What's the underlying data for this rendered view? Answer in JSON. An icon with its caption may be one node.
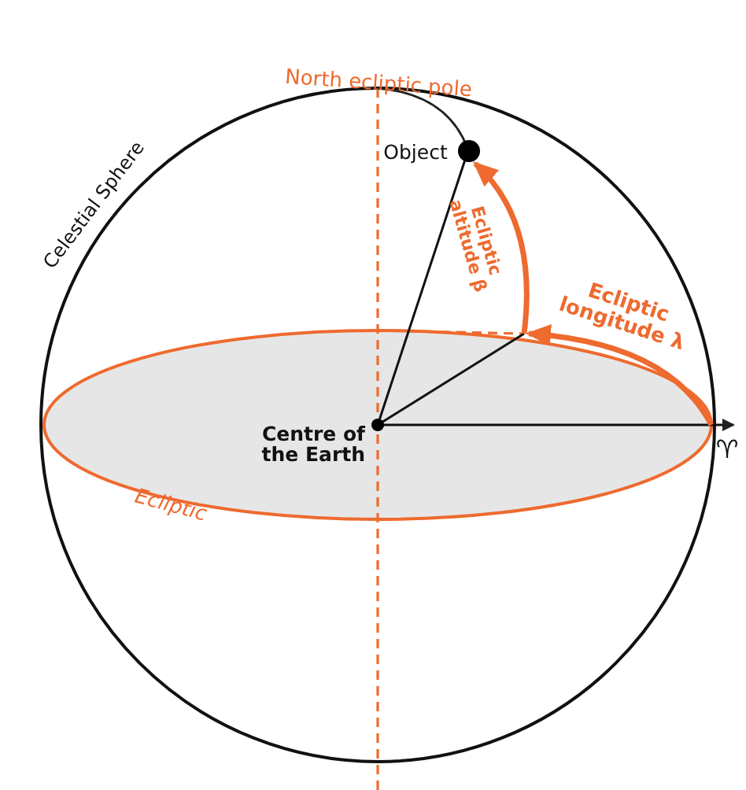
{
  "diagram": {
    "labels": [
      "North ecliptic pole",
      "Celestial Sphere",
      "Object",
      "Ecliptic altitude β",
      "Ecliptic longitude λ",
      "Centre of the Earth",
      "Ecliptic",
      "♈"
    ]
  }
}
